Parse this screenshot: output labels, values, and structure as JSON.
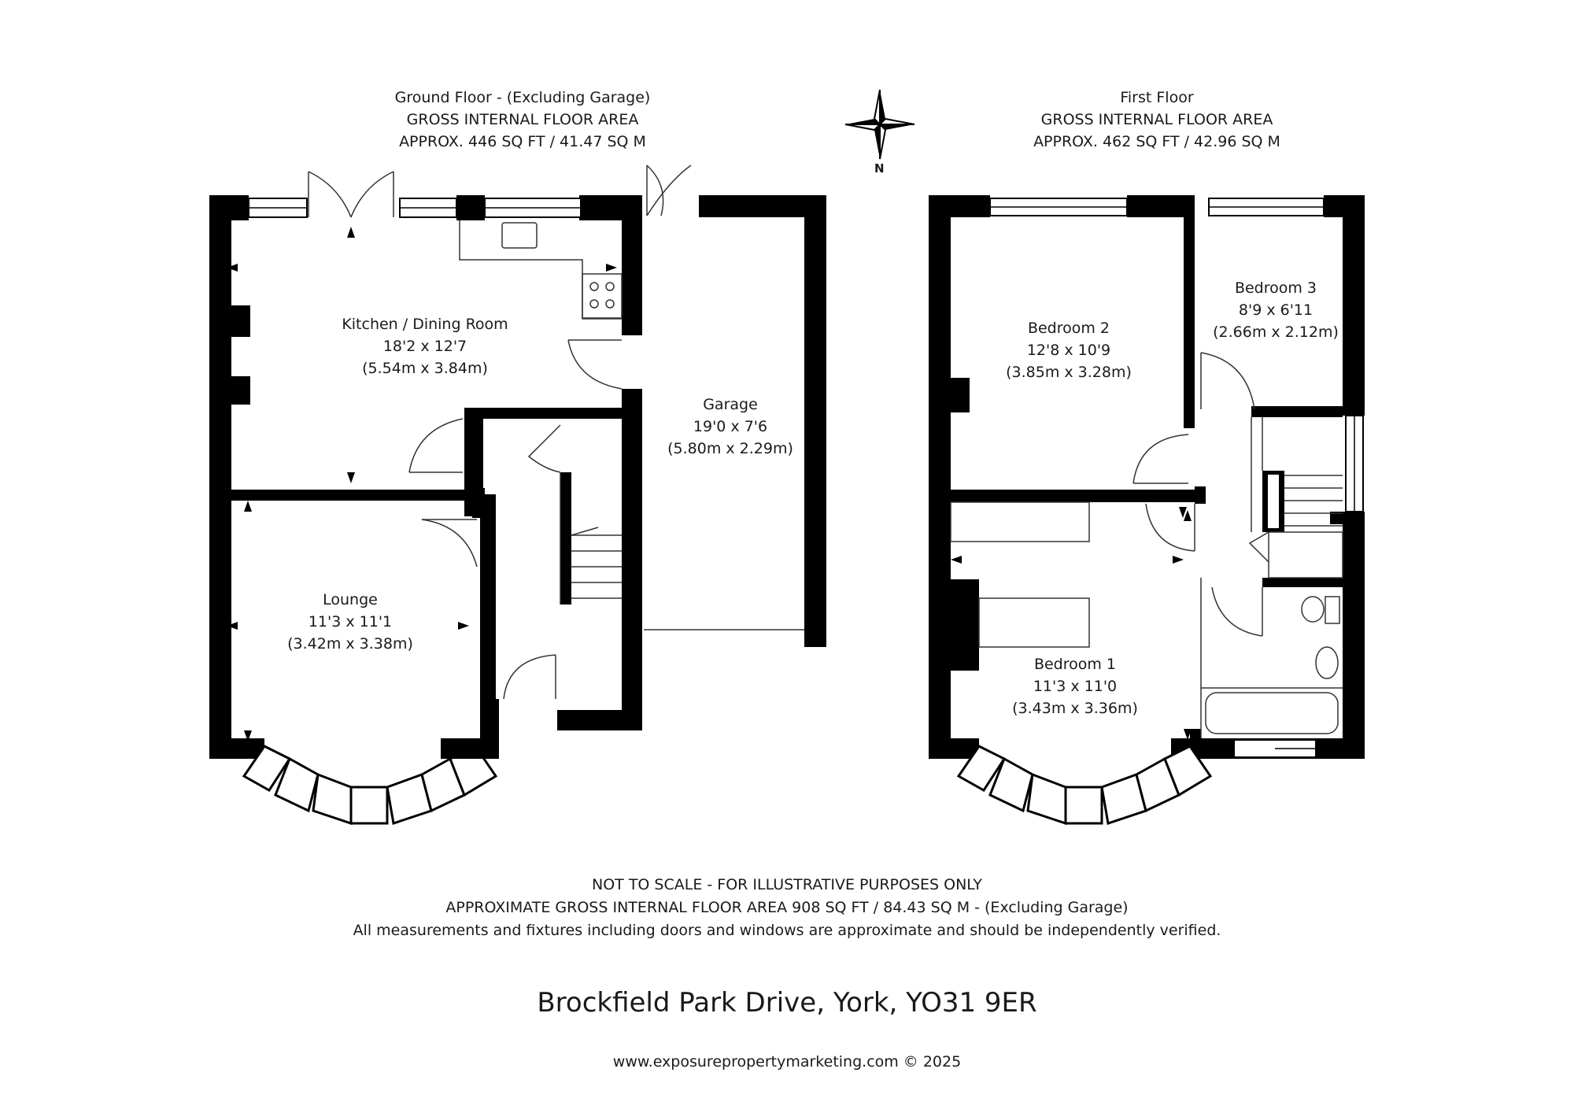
{
  "ground_floor": {
    "title": "Ground Floor - (Excluding Garage)",
    "area_label": "GROSS INTERNAL FLOOR AREA",
    "area": "APPROX. 446 SQ FT / 41.47 SQ M",
    "rooms": [
      {
        "name": "Kitchen / Dining Room",
        "imperial": "18'2 x 12'7",
        "metric": "(5.54m x 3.84m)"
      },
      {
        "name": "Lounge",
        "imperial": "11'3 x 11'1",
        "metric": "(3.42m x 3.38m)"
      },
      {
        "name": "Garage",
        "imperial": "19'0 x 7'6",
        "metric": "(5.80m x 2.29m)"
      }
    ]
  },
  "first_floor": {
    "title": "First Floor",
    "area_label": "GROSS INTERNAL FLOOR AREA",
    "area": "APPROX. 462 SQ FT / 42.96 SQ M",
    "rooms": [
      {
        "name": "Bedroom 2",
        "imperial": "12'8 x 10'9",
        "metric": "(3.85m x 3.28m)"
      },
      {
        "name": "Bedroom 3",
        "imperial": "8'9 x 6'11",
        "metric": "(2.66m x 2.12m)"
      },
      {
        "name": "Bedroom 1",
        "imperial": "11'3 x 11'0",
        "metric": "(3.43m x 3.36m)"
      }
    ]
  },
  "compass": {
    "label": "N",
    "icon": "compass-star-icon"
  },
  "footer": {
    "scale_note": "NOT TO SCALE - FOR ILLUSTRATIVE PURPOSES ONLY",
    "total_area": "APPROXIMATE GROSS INTERNAL FLOOR AREA 908 SQ FT / 84.43 SQ M - (Excluding Garage)",
    "disclaimer": "All measurements and fixtures including doors and windows are approximate and should be independently verified.",
    "address": "Brockfield Park Drive, York, YO31 9ER",
    "credit": "www.exposurepropertymarketing.com © 2025"
  },
  "colors": {
    "wall": "#000000",
    "fixture_line": "#333333",
    "background": "#ffffff"
  }
}
